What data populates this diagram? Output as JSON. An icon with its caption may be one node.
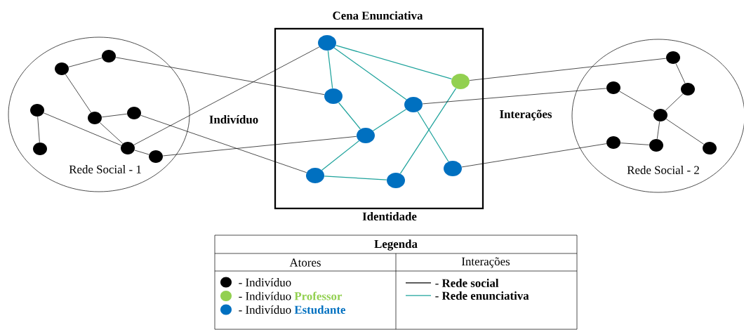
{
  "diagram": {
    "title": "Cena Enunciativa",
    "nodes": [
      {
        "text": [
          "Rede Social - 1"
        ]
      },
      {
        "text": [],
        "shape": "circle",
        "in": 0
      },
      {
        "text": [],
        "shape": "circle",
        "in": 0
      },
      {
        "text": [],
        "shape": "circle",
        "in": 0
      },
      {
        "text": [],
        "shape": "circle",
        "in": 0
      },
      {
        "text": [],
        "shape": "circle",
        "in": 0
      },
      {
        "text": [],
        "shape": "circle",
        "in": 0
      },
      {
        "text": [],
        "shape": "circle",
        "in": 0
      },
      {
        "text": [],
        "shape": "circle",
        "in": 0
      },
      {
        "text": [
          "Identidade"
        ]
      },
      {
        "text": [],
        "shape": "circle",
        "in": 9
      },
      {
        "text": [],
        "shape": "circle",
        "in": 9
      },
      {
        "text": [],
        "shape": "circle",
        "in": 9
      },
      {
        "text": [],
        "shape": "circle",
        "in": 9
      },
      {
        "text": [],
        "shape": "circle",
        "in": 9
      },
      {
        "text": [],
        "shape": "circle",
        "in": 9
      },
      {
        "text": [],
        "shape": "circle",
        "in": 9
      },
      {
        "text": [],
        "shape": "circle",
        "in": 9
      },
      {
        "text": [
          "Rede Social - 2"
        ]
      },
      {
        "text": [],
        "shape": "circle",
        "in": 18
      },
      {
        "text": [],
        "shape": "circle",
        "in": 18
      },
      {
        "text": [],
        "shape": "circle",
        "in": 18
      },
      {
        "text": [],
        "shape": "circle",
        "in": 18
      },
      {
        "text": [],
        "shape": "circle",
        "in": 18
      },
      {
        "text": [],
        "shape": "circle",
        "in": 18
      },
      {
        "text": [],
        "shape": "circle",
        "in": 18
      }
    ],
    "edges": [
      {
        "from": 2,
        "to": 1,
        "arrow": "none"
      },
      {
        "from": 2,
        "to": 5,
        "arrow": "none"
      },
      {
        "from": 5,
        "to": 4,
        "arrow": "none"
      },
      {
        "from": 5,
        "to": 6,
        "arrow": "none"
      },
      {
        "from": 6,
        "to": 8,
        "arrow": "none"
      },
      {
        "from": 3,
        "to": 7,
        "arrow": "none"
      },
      {
        "from": 3,
        "to": 6,
        "arrow": "none"
      },
      {
        "from": 1,
        "to": 12,
        "arrow": "none"
      },
      {
        "from": 4,
        "to": 16,
        "arrow": "none"
      },
      {
        "from": 6,
        "to": 10,
        "arrow": "none"
      },
      {
        "from": 8,
        "to": 14,
        "arrow": "none"
      },
      {
        "from": 10,
        "to": 12,
        "arrow": "none",
        "color": "#1fa39c"
      },
      {
        "from": 10,
        "to": 13,
        "arrow": "none",
        "color": "#1fa39c"
      },
      {
        "from": 10,
        "to": 11,
        "arrow": "none",
        "color": "#1fa39c"
      },
      {
        "from": 12,
        "to": 14,
        "arrow": "none",
        "color": "#1fa39c"
      },
      {
        "from": 13,
        "to": 14,
        "arrow": "none",
        "color": "#1fa39c"
      },
      {
        "from": 14,
        "to": 16,
        "arrow": "none",
        "color": "#1fa39c"
      },
      {
        "from": 16,
        "to": 17,
        "arrow": "none",
        "color": "#1fa39c"
      },
      {
        "from": 13,
        "to": 15,
        "arrow": "none",
        "color": "#1fa39c"
      },
      {
        "from": 11,
        "to": 17,
        "arrow": "none",
        "color": "#1fa39c"
      },
      {
        "from": 11,
        "to": 19,
        "arrow": "none"
      },
      {
        "from": 13,
        "to": 20,
        "arrow": "none"
      },
      {
        "from": 15,
        "to": 23,
        "arrow": "none"
      },
      {
        "from": 19,
        "to": 21,
        "arrow": "none"
      },
      {
        "from": 21,
        "to": 22,
        "arrow": "none"
      },
      {
        "from": 20,
        "to": 22,
        "arrow": "none"
      },
      {
        "from": 22,
        "to": 24,
        "arrow": "none"
      },
      {
        "from": 24,
        "to": 23,
        "arrow": "none"
      },
      {
        "from": 22,
        "to": 25,
        "arrow": "none"
      }
    ],
    "labels": [
      "Indivíduo",
      "Interações",
      "Legenda",
      "Atores",
      "Interações"
    ],
    "legend": [
      {
        "text": "- Indivíduo",
        "color": "#000000"
      },
      {
        "text": "- Indivíduo **Professor**",
        "color": "#92d050"
      },
      {
        "text": "- Indivíduo **Estudante**",
        "color": "#0070c0"
      },
      {
        "text": "- **Rede social**"
      },
      {
        "text": "- **Rede enunciativa**"
      }
    ]
  }
}
